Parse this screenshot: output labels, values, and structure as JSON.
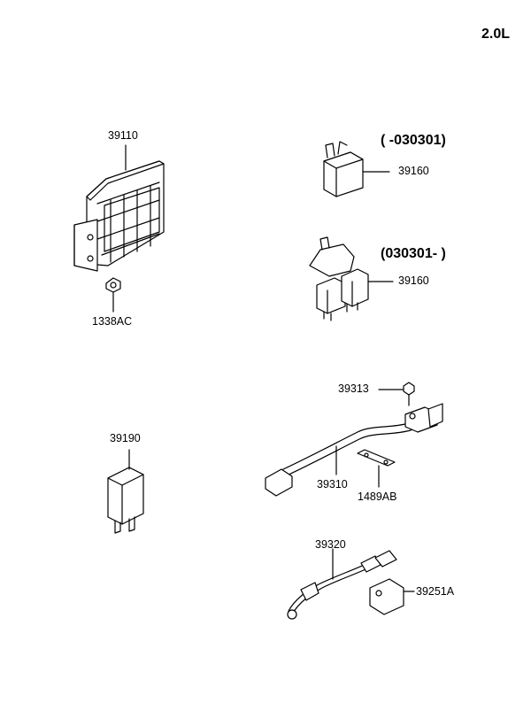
{
  "engine_label": "2.0L",
  "parts": {
    "ecu": "39110",
    "nut": "1338AC",
    "relay": "39160",
    "relay_date_before": "( -030301)",
    "relay_2": "39160",
    "relay_date_after": "(030301- )",
    "module": "39190",
    "bolt": "39313",
    "sensor": "39310",
    "bracket": "1489AB",
    "harness": "39320",
    "clip": "39251A"
  }
}
